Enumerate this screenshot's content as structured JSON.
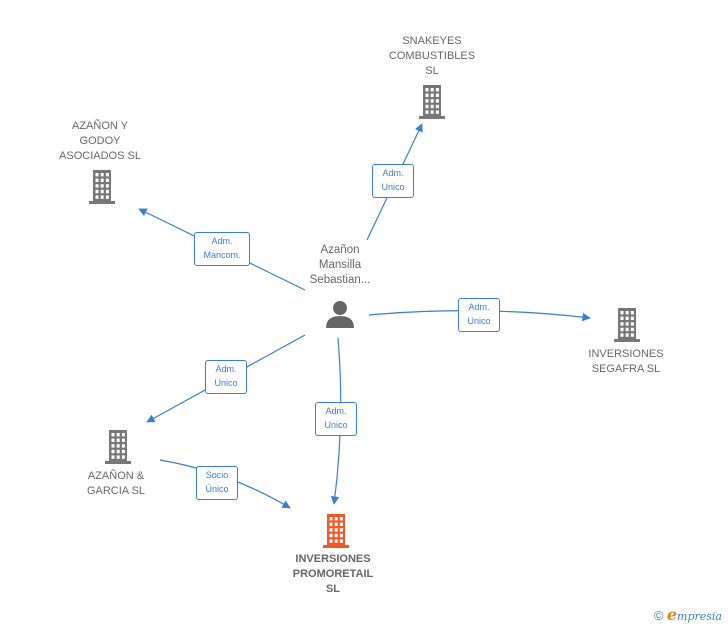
{
  "nodes": [
    {
      "id": "person",
      "type": "person",
      "lines": [
        "Azañon",
        "Mansilla",
        "Sebastian..."
      ],
      "color": "#666666"
    },
    {
      "id": "snakeyes",
      "type": "company",
      "lines": [
        "SNAKEYES",
        "COMBUSTIBLES",
        "SL"
      ],
      "color": "#777777"
    },
    {
      "id": "azanon-godoy",
      "type": "company",
      "lines": [
        "AZAÑON Y",
        "GODOY",
        "ASOCIADOS  SL"
      ],
      "color": "#777777"
    },
    {
      "id": "segafra",
      "type": "company",
      "lines": [
        "INVERSIONES",
        "SEGAFRA  SL"
      ],
      "color": "#777777"
    },
    {
      "id": "azanon-garcia",
      "type": "company",
      "lines": [
        "AZAÑON &",
        "GARCIA  SL"
      ],
      "color": "#777777"
    },
    {
      "id": "promoretail",
      "type": "company",
      "lines": [
        "INVERSIONES",
        "PROMORETAIL",
        "SL"
      ],
      "color": "#f05a28"
    }
  ],
  "edges": [
    {
      "from": "person",
      "to": "snakeyes",
      "lines": [
        "Adm.",
        "Unico"
      ]
    },
    {
      "from": "person",
      "to": "azanon-godoy",
      "lines": [
        "Adm.",
        "Mancom."
      ]
    },
    {
      "from": "person",
      "to": "segafra",
      "lines": [
        "Adm.",
        "Unico"
      ]
    },
    {
      "from": "person",
      "to": "azanon-garcia",
      "lines": [
        "Adm.",
        "Unico"
      ]
    },
    {
      "from": "person",
      "to": "promoretail",
      "lines": [
        "Adm.",
        "Unico"
      ]
    },
    {
      "from": "azanon-garcia",
      "to": "promoretail",
      "lines": [
        "Socio",
        "Único"
      ]
    }
  ],
  "colors": {
    "edge": "#3a7dd1",
    "company": "#777777",
    "highlight": "#f05a28",
    "person": "#666666"
  },
  "copyright": {
    "symbol": "©",
    "brand_initial": "e",
    "brand_rest": "mpresia"
  }
}
